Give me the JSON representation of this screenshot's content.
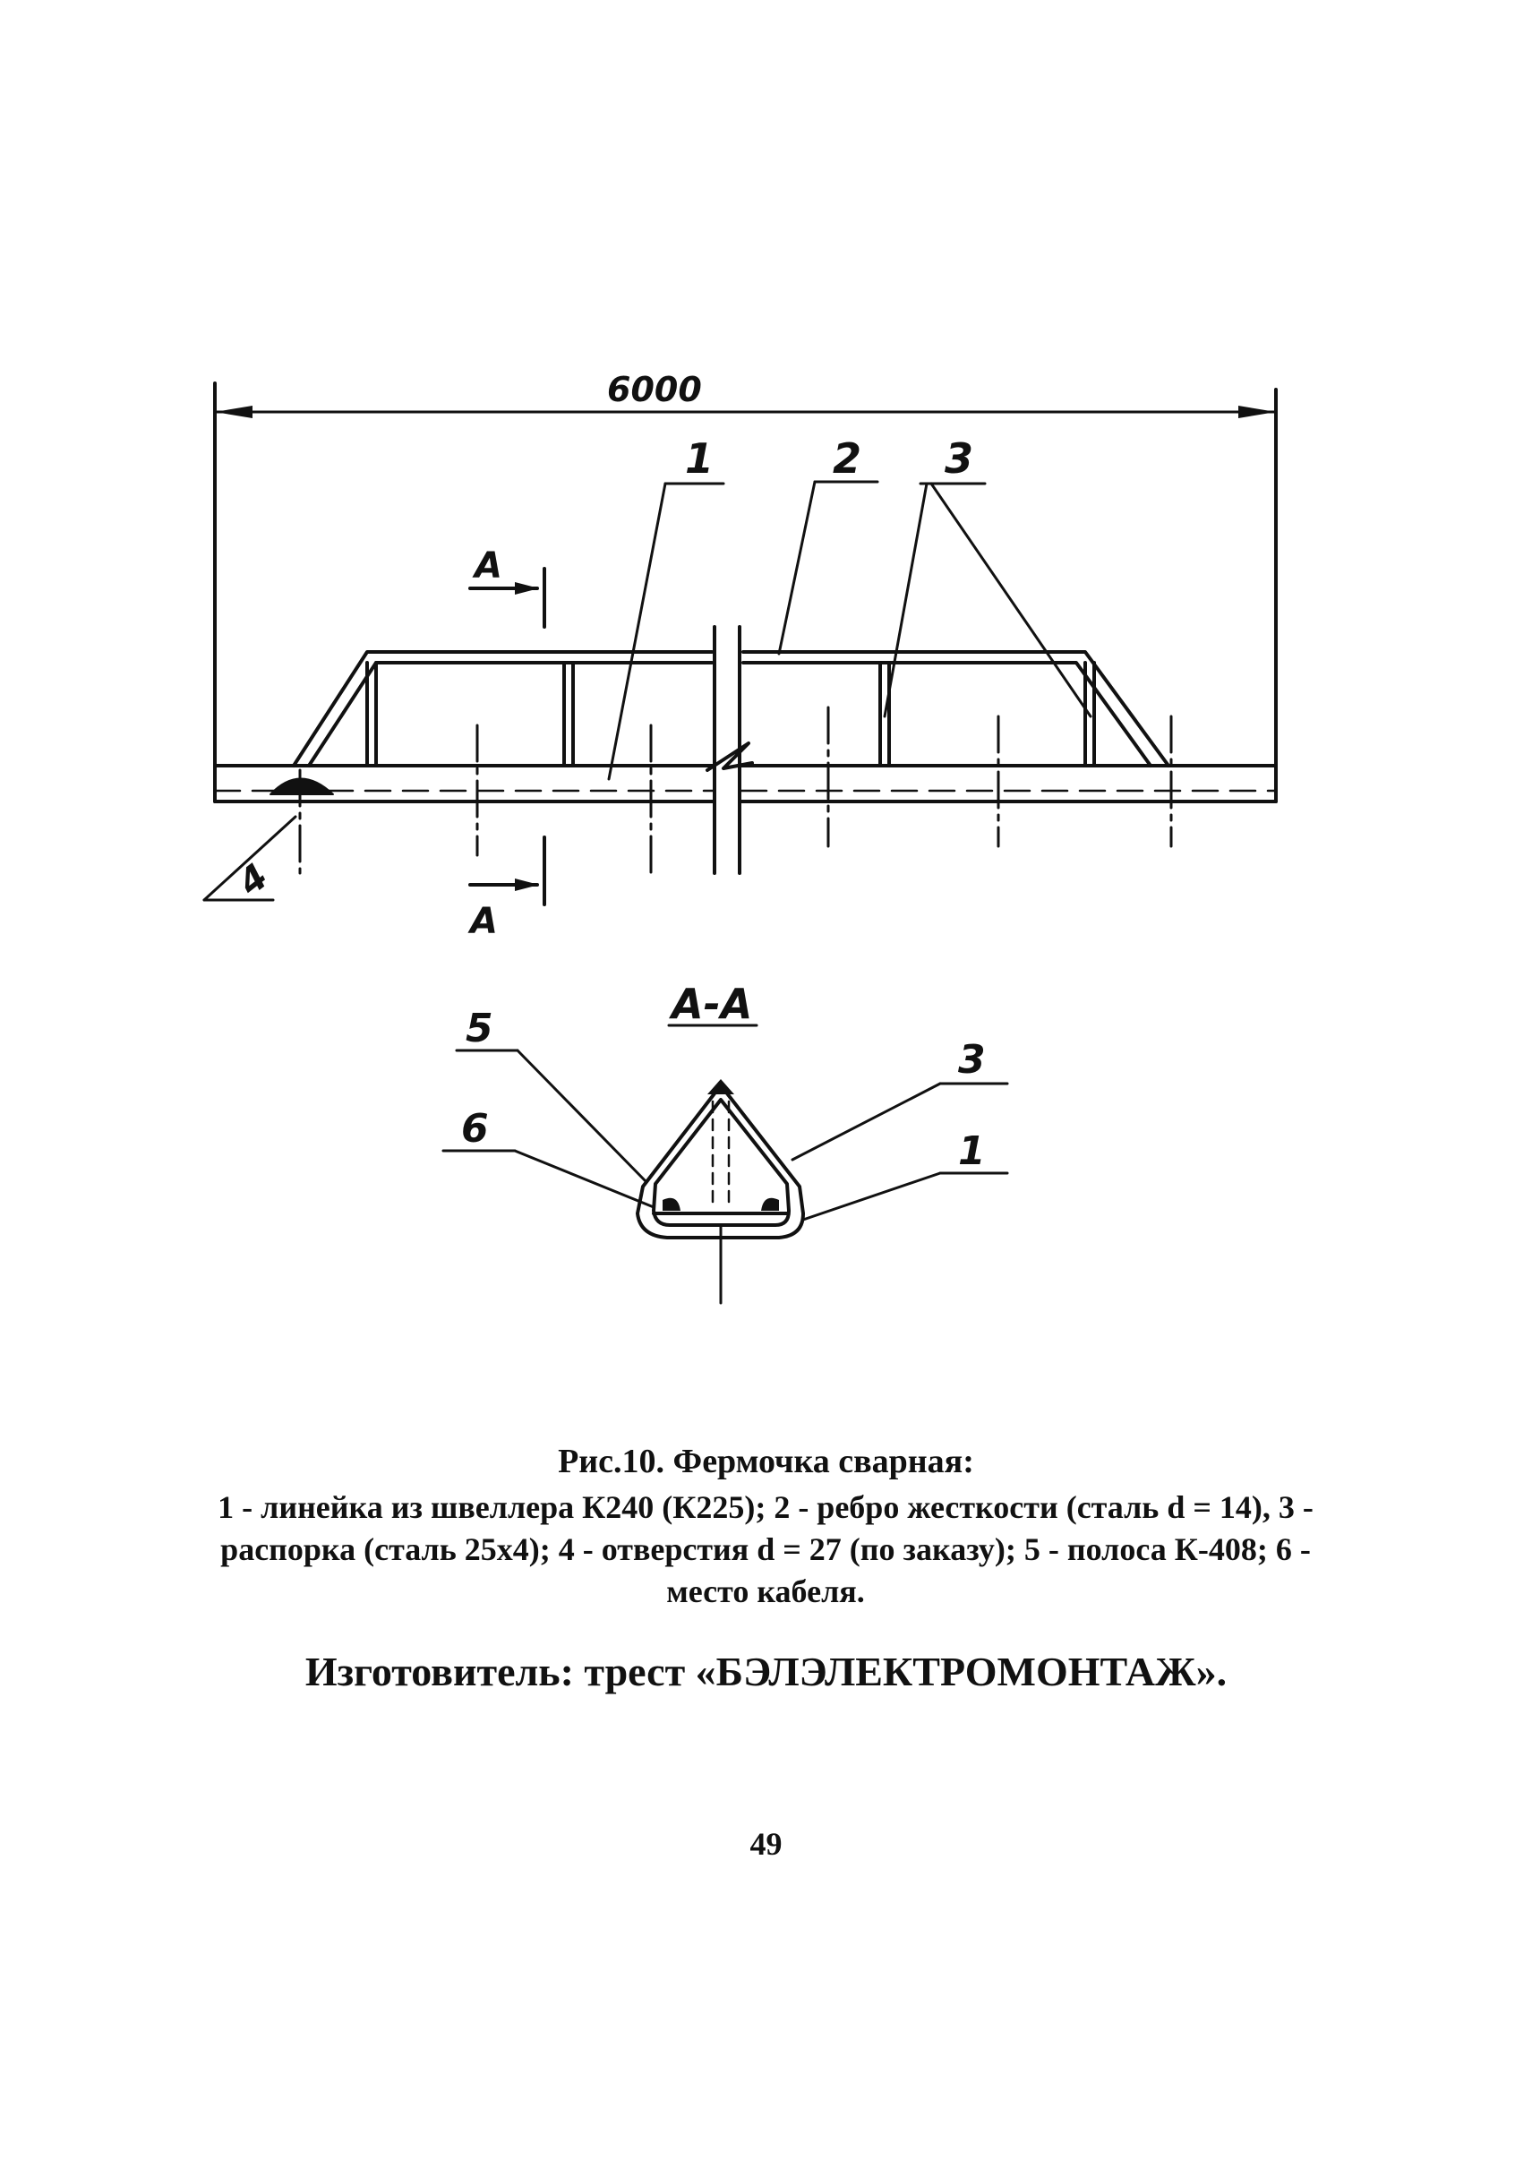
{
  "drawing": {
    "overall_dimension": "6000",
    "section_marks": {
      "top": "А",
      "bottom": "А"
    },
    "section_title": "А-А",
    "main_view_callouts": {
      "c1": "1",
      "c2": "2",
      "c3": "3",
      "c4": "4"
    },
    "section_callouts": {
      "c5": "5",
      "c6": "6",
      "c3": "3",
      "c1": "1"
    }
  },
  "caption": {
    "title": "Рис.10. Фермочка сварная:",
    "body": "1 - линейка из швеллера К240 (К225); 2 - ребро жесткости (сталь d = 14), 3 - распорка (сталь 25х4); 4 - отверстия d = 27 (по заказу); 5 - полоса К-408; 6 - место кабеля."
  },
  "manufacturer": "Изготовитель: трест «БЭЛЭЛЕКТРОМОНТАЖ».",
  "page_number": "49"
}
